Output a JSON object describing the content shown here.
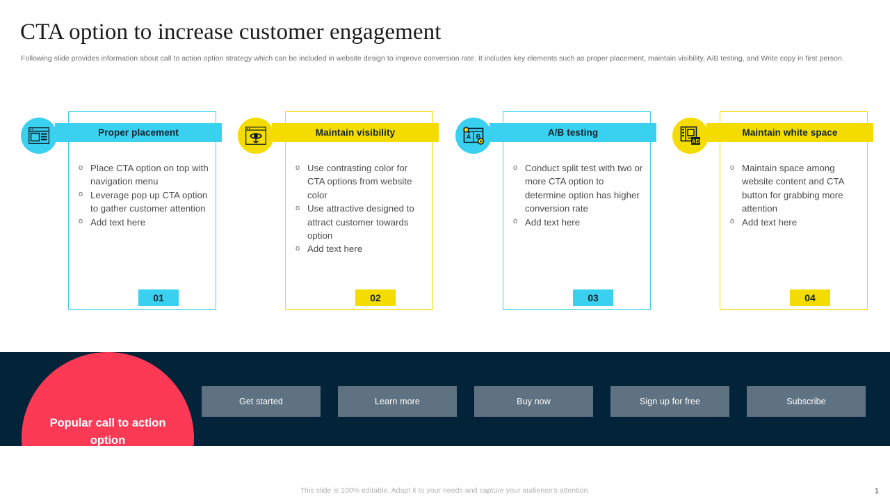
{
  "header": {
    "title": "CTA option to increase customer engagement",
    "subtitle": "Following slide provides information about call to action option strategy which can be included in website design to improve conversion rate. It includes key elements such as proper placement, maintain visibility, A/B testing, and Write copy in first person."
  },
  "colors": {
    "cyan": "#3ad0ef",
    "yellow": "#f5dc00",
    "navy": "#022338",
    "red": "#fd3a56",
    "button_gray": "#5f7281"
  },
  "cards": [
    {
      "title": "Proper placement",
      "number": "01",
      "accent": "cyan",
      "icon": "browser-layout-icon",
      "bullets": [
        "Place CTA option on top with navigation menu",
        "Leverage pop up CTA option to gather customer attention",
        "Add text here"
      ]
    },
    {
      "title": "Maintain visibility",
      "number": "02",
      "accent": "yellow",
      "icon": "eye-visibility-icon",
      "bullets": [
        "Use contrasting color for CTA options from website color",
        "Use attractive designed to attract customer towards option",
        "Add text here"
      ]
    },
    {
      "title": "A/B testing",
      "number": "03",
      "accent": "cyan",
      "icon": "ab-testing-icon",
      "bullets": [
        "Conduct split test with two or more CTA option to determine option has higher conversion rate",
        "Add text here"
      ]
    },
    {
      "title": "Maintain white space",
      "number": "04",
      "accent": "yellow",
      "icon": "ad-whitespace-icon",
      "bullets": [
        "Maintain space among website content and CTA button for grabbing more attention",
        "Add text here"
      ]
    }
  ],
  "band": {
    "circle_label": "Popular call to action option",
    "buttons": [
      {
        "label": "Get started"
      },
      {
        "label": "Learn more"
      },
      {
        "label": "Buy now"
      },
      {
        "label": "Sign up for free"
      },
      {
        "label": "Subscribe"
      }
    ]
  },
  "footer": {
    "note": "This slide is 100% editable. Adapt it to your needs and capture your audience's attention.",
    "page_number": "1"
  }
}
